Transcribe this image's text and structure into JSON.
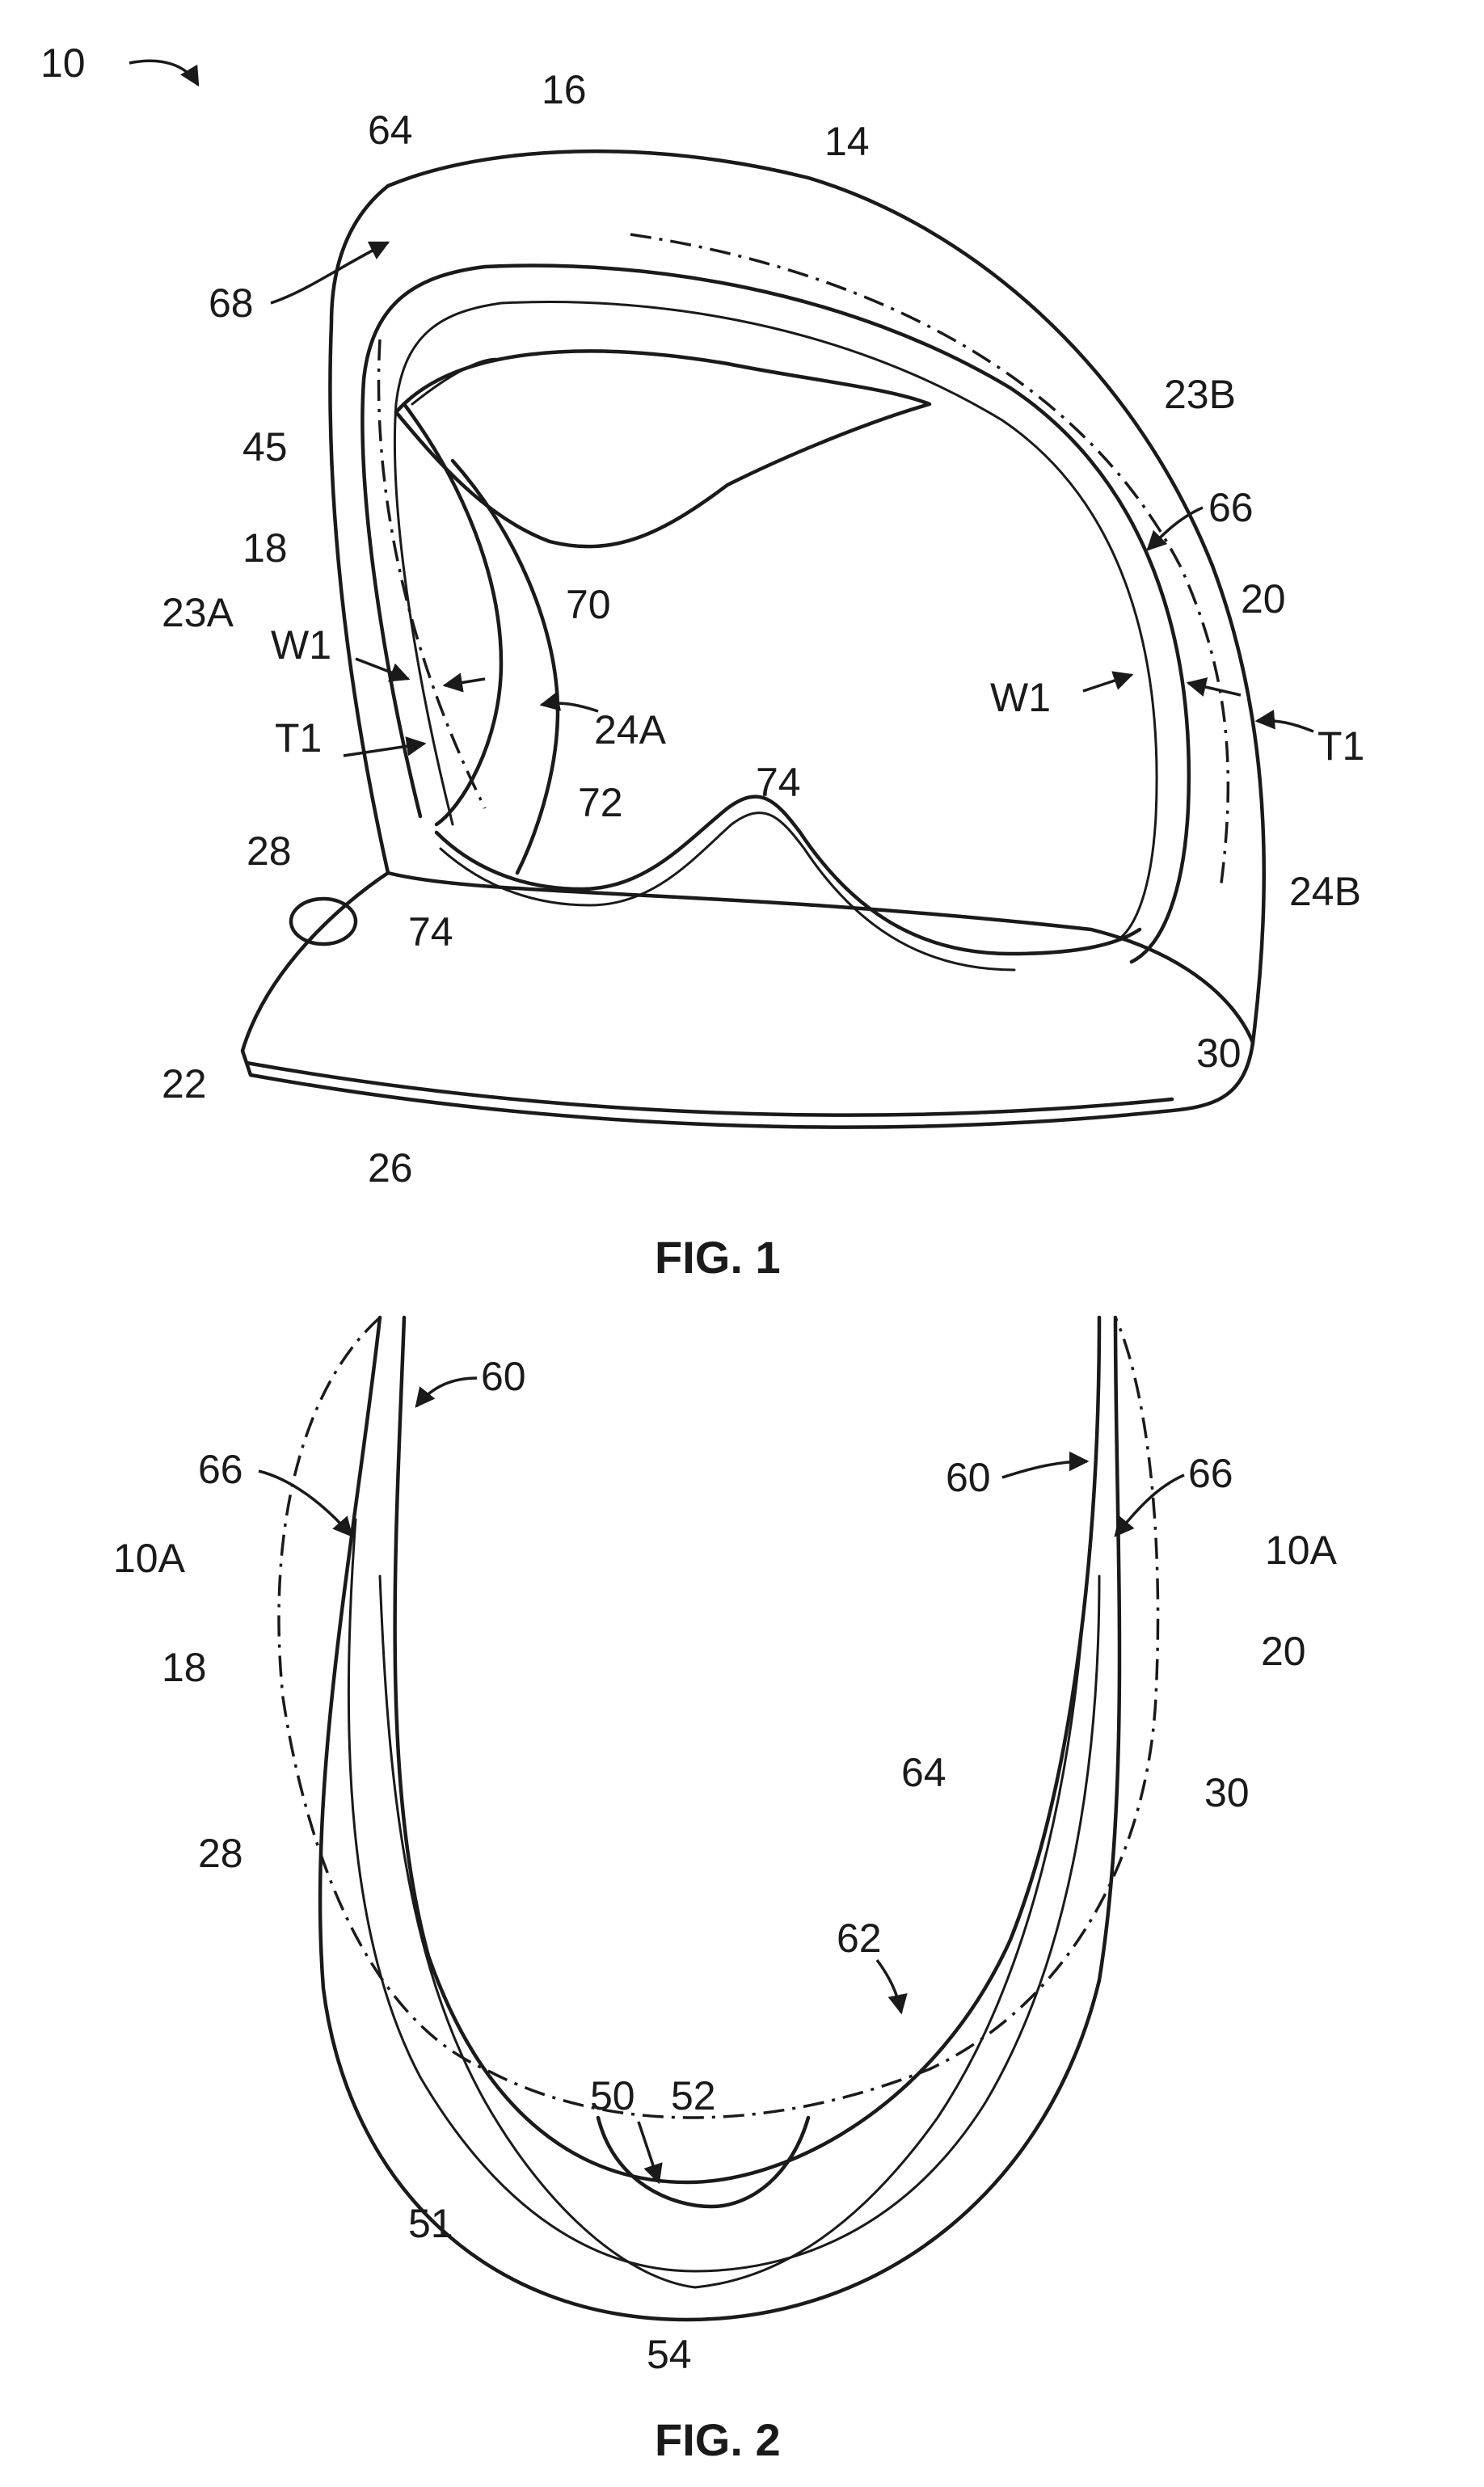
{
  "figures": [
    {
      "caption": "FIG. 1",
      "labels": [
        "10",
        "64",
        "16",
        "14",
        "68",
        "23B",
        "45",
        "66",
        "18",
        "70",
        "20",
        "23A",
        "W1",
        "24A",
        "W1",
        "T1",
        "T1",
        "72",
        "74",
        "28",
        "24B",
        "74",
        "22",
        "30",
        "26"
      ]
    },
    {
      "caption": "FIG. 2",
      "labels": [
        "60",
        "66",
        "60",
        "66",
        "10A",
        "10A",
        "20",
        "18",
        "64",
        "30",
        "28",
        "62",
        "50",
        "52",
        "51",
        "54"
      ]
    }
  ]
}
